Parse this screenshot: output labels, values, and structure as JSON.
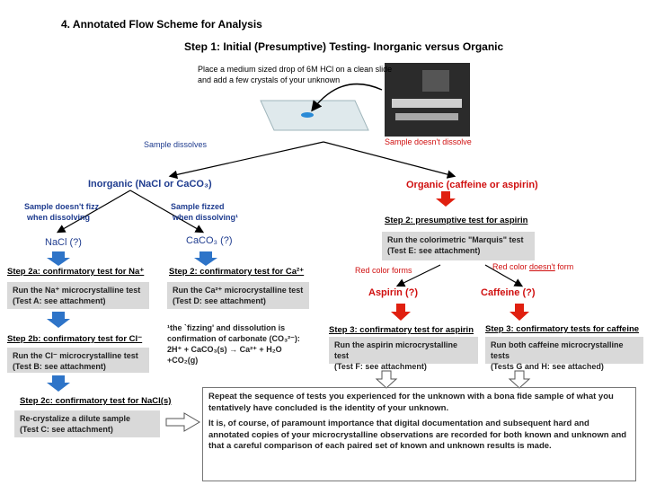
{
  "title": "4.  Annotated Flow Scheme for Analysis",
  "step1": {
    "heading": "Step 1: Initial (Presumptive) Testing- Inorganic versus Organic",
    "instruction_line1": "Place a medium sized drop of 6M HCl on a clean slide",
    "instruction_line2": "and add a few crystals of your unknown",
    "dissolves": "Sample dissolves",
    "not_dissolve": "Sample doesn't dissolve"
  },
  "inorganic": {
    "label": "Inorganic (NaCl or CaCO₃)",
    "no_fizz_line1": "Sample doesn't fizz",
    "no_fizz_line2": "when dissolving",
    "fizz_line1": "Sample fizzed",
    "fizz_line2": "when dissolving¹",
    "nacl": "NaCl (?)",
    "caco3": "CaCO₃ (?)",
    "step2a": "Step 2a: confirmatory test for Na⁺",
    "step2a_box_line1": "Run the  Na⁺ microcrystalline test",
    "step2a_box_line2": "(Test A:  see attachment)",
    "step2b": "Step 2b: confirmatory test for Cl⁻",
    "step2b_box_line1": "Run the Cl⁻ microcrystalline test",
    "step2b_box_line2": "(Test B: see attachment)",
    "step2c": "Step 2c: confirmatory test for NaCl(s)",
    "step2c_box_line1": "Re-crystalize a dilute sample",
    "step2c_box_line2": "(Test C: see attachment)",
    "step2ca": "Step 2: confirmatory test for Ca²⁺",
    "step2ca_box_line1": "Run the Ca²⁺ microcrystalline test",
    "step2ca_box_line2": "(Test D:  see attachment)",
    "footnote_line1": "¹the `fizzing' and dissolution is",
    "footnote_line2": "confirmation of  carbonate (CO₃²⁻):",
    "footnote_line3": "2H⁺ + CaCO₃(s) → Ca²⁺ + H₂O +CO₂(g)"
  },
  "organic": {
    "label": "Organic (caffeine or aspirin)",
    "step2": "Step 2: presumptive test for aspirin",
    "step2_box_line1": "Run the colorimetric \"Marquis\" test",
    "step2_box_line2": "(Test E: see attachment)",
    "red_forms": "Red color forms",
    "red_not_prefix": "Red color ",
    "red_not_word": "doesn't",
    "red_not_suffix": "  form",
    "aspirin": "Aspirin (?)",
    "caffeine": "Caffeine (?)",
    "step3_aspirin": "Step 3: confirmatory test for aspirin",
    "step3_aspirin_box_line1": "Run the aspirin microcrystalline test",
    "step3_aspirin_box_line2": "(Test F: see attachment)",
    "step3_caffeine": "Step 3: confirmatory tests for caffeine",
    "step3_caffeine_box_line1": "Run both caffeine microcrystalline tests",
    "step3_caffeine_box_line2": "(Tests G and H: see attached)"
  },
  "final": {
    "para1": "Repeat the sequence of tests you experienced for the unknown with a bona fide sample of what you tentatively have concluded is the identity of your unknown.",
    "para2": "It is, of course, of paramount importance that digital documentation and subsequent hard and annotated copies of your microcrystalline observations are recorded for both known and unknown and that a careful comparison of each paired set of known and unknown results is made."
  },
  "colors": {
    "blue": "#1f3c8f",
    "red": "#d01010",
    "box": "#d9d9d9",
    "arrow_blue": "#2e74c8",
    "arrow_red": "#e02010"
  }
}
